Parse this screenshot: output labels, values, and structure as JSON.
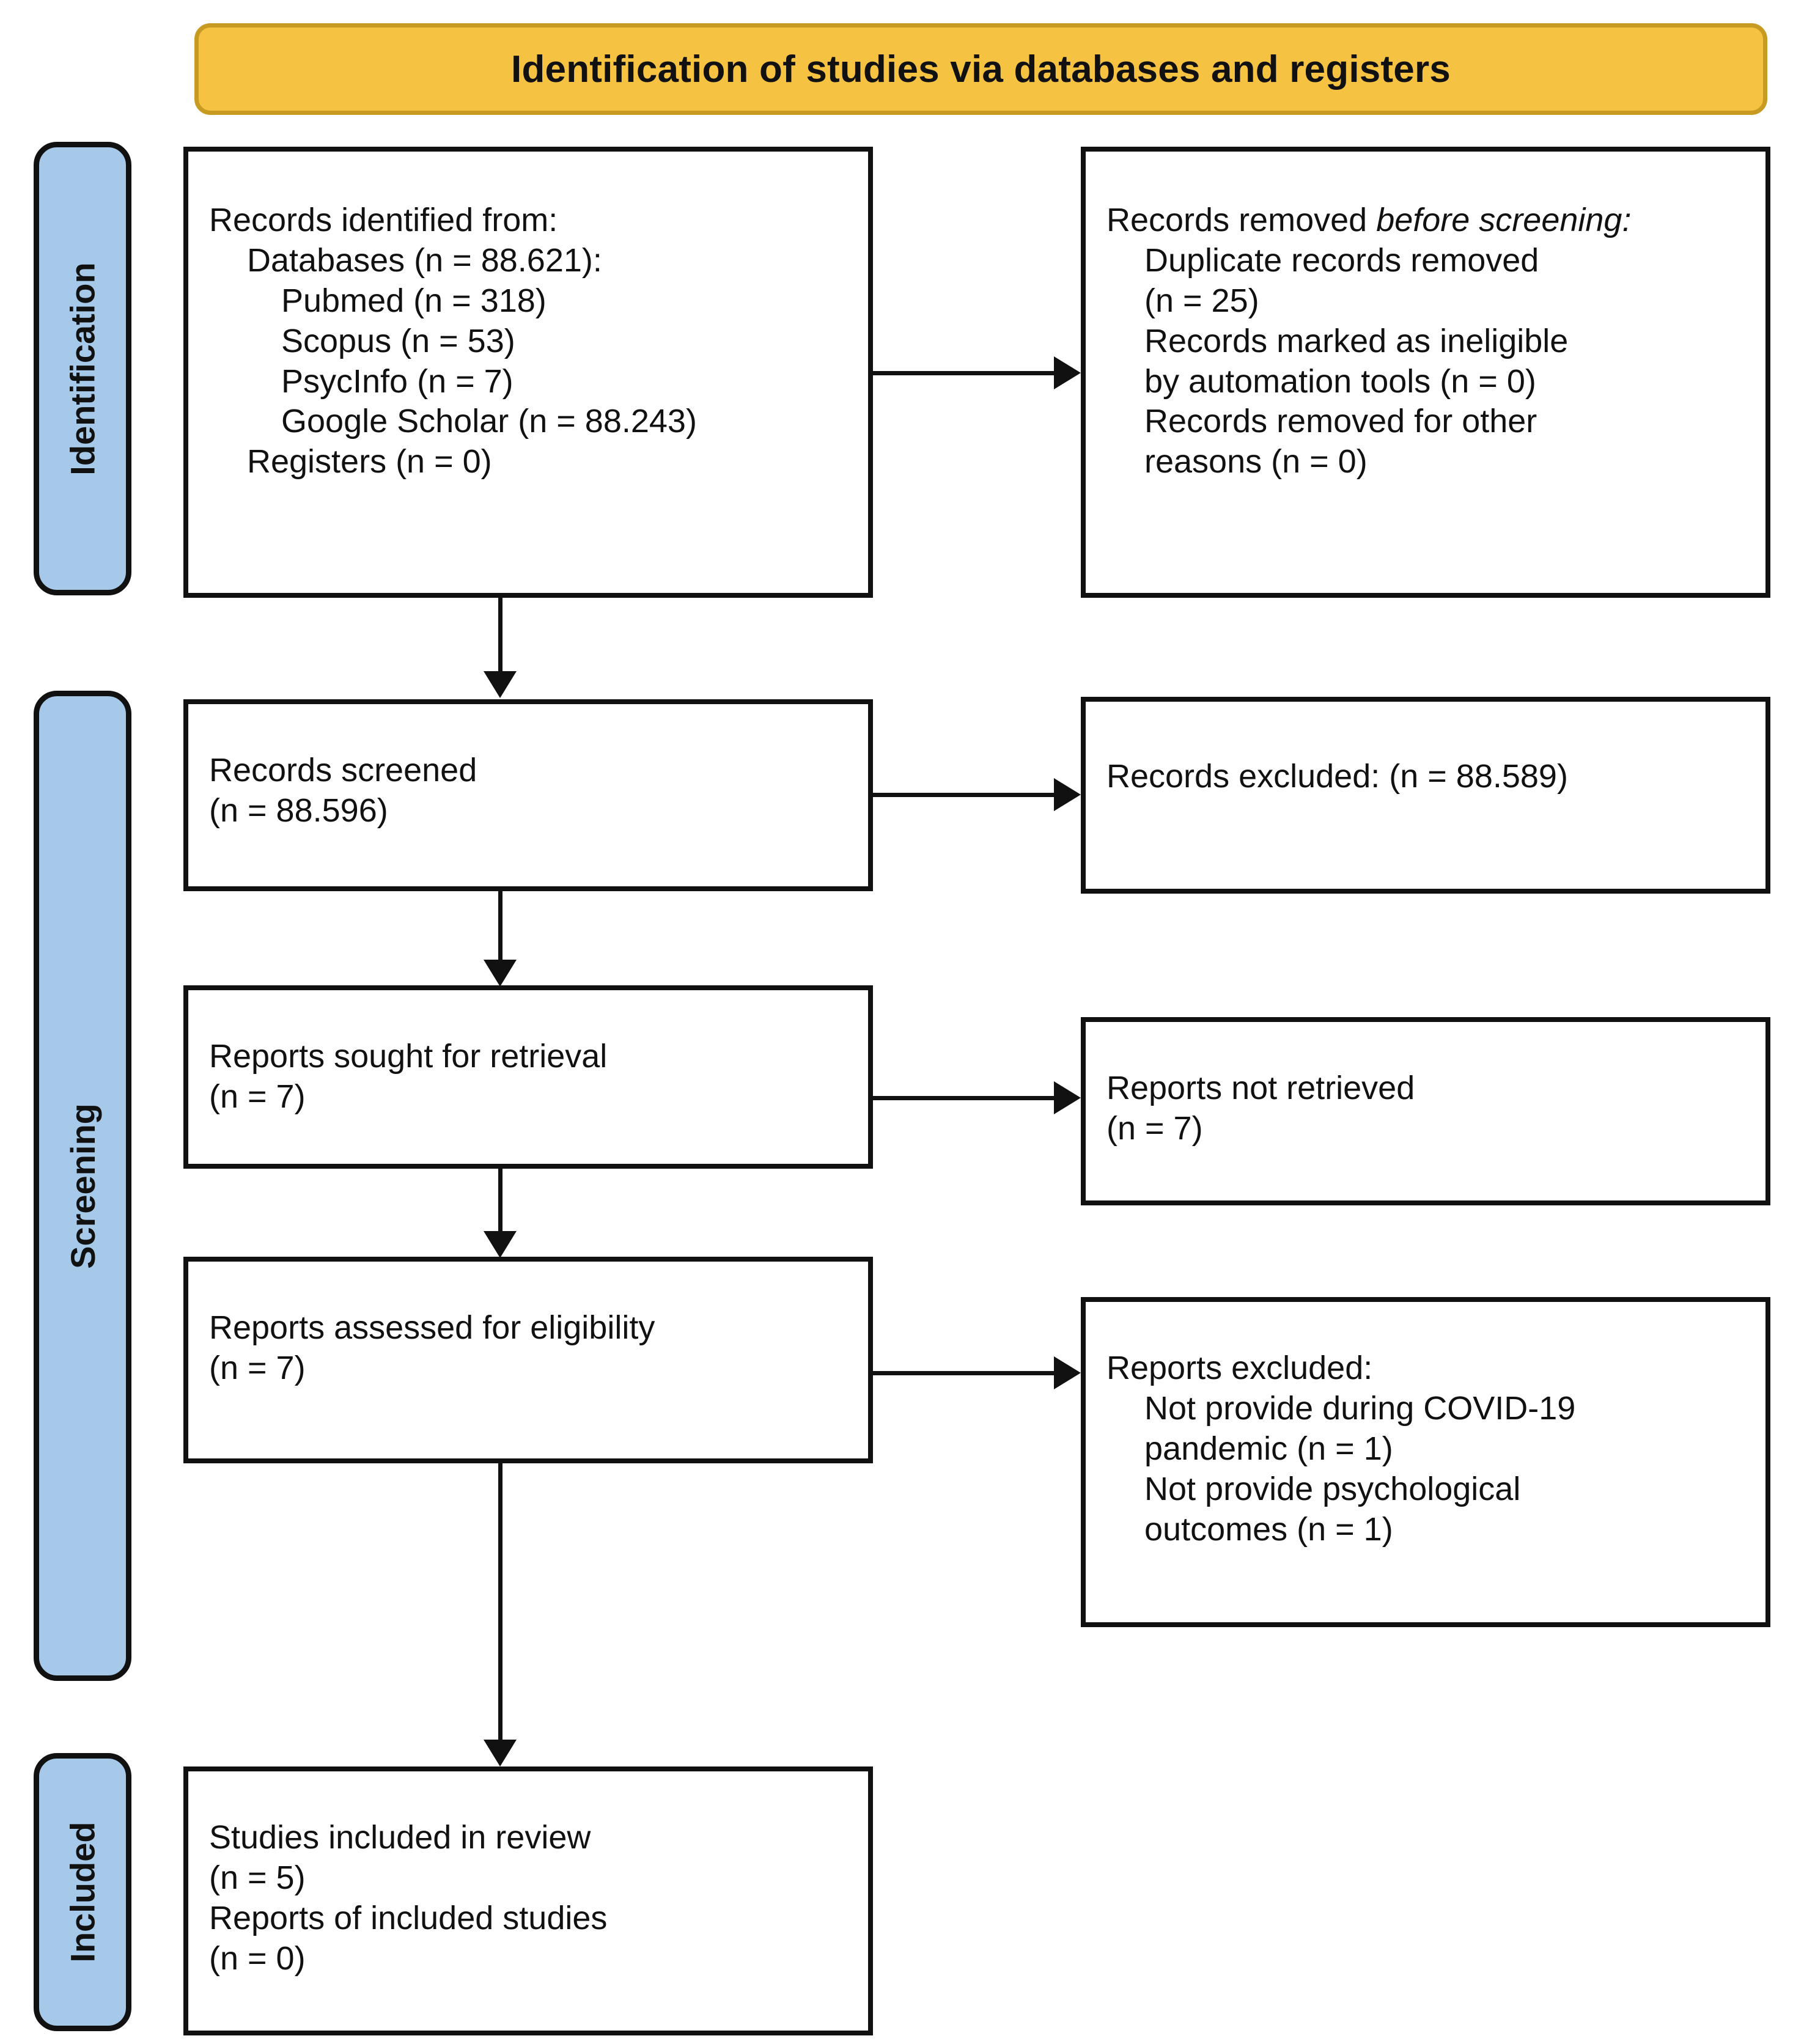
{
  "banner": {
    "title": "Identification of studies via databases and registers",
    "fill": "#F5C242",
    "border": "#C79A22"
  },
  "stages": {
    "identification": "Identification",
    "screening": "Screening",
    "included": "Included",
    "fill": "#A6C9E9"
  },
  "boxes": {
    "records_identified": {
      "heading": "Records identified from:",
      "databases": "Databases (n = 88.621):",
      "pubmed": "Pubmed (n = 318)",
      "scopus": "Scopus (n = 53)",
      "psycinfo": "PsycInfo (n = 7)",
      "google_scholar": "Google Scholar (n = 88.243)",
      "registers": "Registers (n = 0)"
    },
    "records_removed": {
      "heading_plain": "Records removed ",
      "heading_italic": "before screening",
      "heading_colon": ":",
      "duplicates_line1": "Duplicate records removed",
      "duplicates_line2": "(n = 25)",
      "ineligible_line1": "Records marked as ineligible",
      "ineligible_line2": "by automation tools (n = 0)",
      "other_line1": "Records removed for other",
      "other_line2": "reasons (n = 0)"
    },
    "records_screened": {
      "line1": "Records screened",
      "line2": "(n = 88.596)"
    },
    "records_excluded": {
      "line1": "Records excluded: (n = 88.589)"
    },
    "reports_sought": {
      "line1": "Reports sought for retrieval",
      "line2": "(n = 7)"
    },
    "reports_not_retrieved": {
      "line1": "Reports not retrieved",
      "line2": "(n = 7)"
    },
    "reports_assessed": {
      "line1": "Reports assessed for eligibility",
      "line2": "(n = 7)"
    },
    "reports_excluded": {
      "heading": "Reports excluded:",
      "reason1_line1": "Not provide during COVID-19",
      "reason1_line2": "pandemic (n = 1)",
      "reason2_line1": "Not provide psychological",
      "reason2_line2": "outcomes (n = 1)"
    },
    "studies_included": {
      "line1": "Studies included in review",
      "line2": "(n = 5)",
      "line3": "Reports of included studies",
      "line4": "(n = 0)"
    }
  },
  "flow_data": {
    "type": "prisma-flow",
    "identified_total": 88621,
    "sources": {
      "Pubmed": 318,
      "Scopus": 53,
      "PsycInfo": 7,
      "Google Scholar": 88243,
      "Registers": 0
    },
    "duplicates_removed": 25,
    "ineligible_by_automation": 0,
    "removed_other_reasons": 0,
    "screened": 88596,
    "excluded_at_screening": 88589,
    "sought_for_retrieval": 7,
    "not_retrieved": 7,
    "assessed_for_eligibility": 7,
    "excluded_not_during_covid": 1,
    "excluded_no_psych_outcomes": 1,
    "studies_included": 5,
    "reports_of_included_studies": 0
  }
}
